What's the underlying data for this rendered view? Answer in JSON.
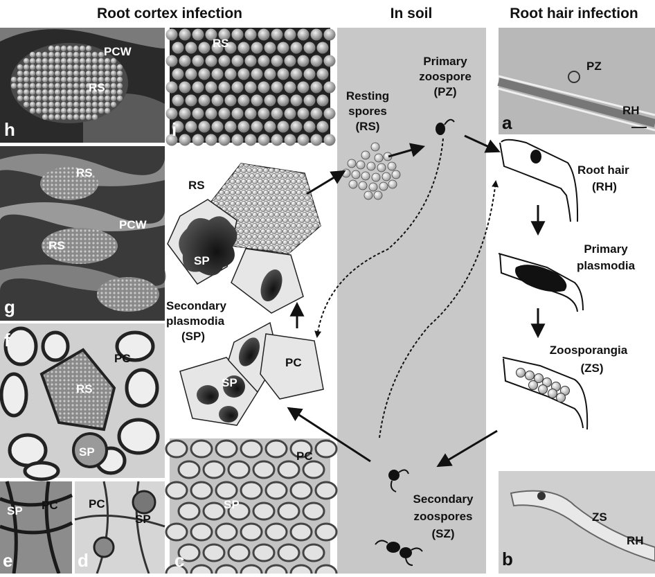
{
  "headers": {
    "cortex": "Root cortex infection",
    "soil": "In soil",
    "hair": "Root hair infection"
  },
  "stages": {
    "resting_spores": [
      "Resting",
      "spores",
      "(RS)"
    ],
    "primary_zoospore": [
      "Primary",
      "zoospore",
      "(PZ)"
    ],
    "root_hair": [
      "Root hair",
      "(RH)"
    ],
    "primary_plasmodia": [
      "Primary",
      "plasmodia"
    ],
    "zoosporangia": [
      "Zoosporangia",
      "(ZS)"
    ],
    "secondary_zoospores": [
      "Secondary",
      "zoospores",
      "(SZ)"
    ],
    "secondary_plasmodia": [
      "Secondary",
      "plasmodia",
      "(SP)"
    ]
  },
  "cell_labels": {
    "rs": "RS",
    "sp_top": "SP",
    "sp_bottom": "SP",
    "pc": "PC"
  },
  "panels": {
    "a": {
      "letter": "a",
      "labels": [
        "PZ",
        "RH"
      ]
    },
    "b": {
      "letter": "b",
      "labels": [
        "ZS",
        "RH"
      ]
    },
    "c": {
      "letter": "c",
      "labels": [
        "PC",
        "SP"
      ]
    },
    "d": {
      "letter": "d",
      "labels": [
        "PC",
        "SP"
      ]
    },
    "e": {
      "letter": "e",
      "labels": [
        "SP",
        "PC"
      ]
    },
    "f": {
      "letter": "f",
      "labels": [
        "PC",
        "RS",
        "SP"
      ]
    },
    "g": {
      "letter": "g",
      "labels": [
        "RS",
        "PCW",
        "RS"
      ]
    },
    "h": {
      "letter": "h",
      "labels": [
        "PCW",
        "RS"
      ]
    },
    "i": {
      "letter": "i",
      "labels": [
        "RS"
      ]
    }
  },
  "colors": {
    "soil_band": "#c8c8c8",
    "ink": "#111111",
    "spore_fill": "#d9d9d9",
    "cell_fill": "#e6e6e6"
  }
}
